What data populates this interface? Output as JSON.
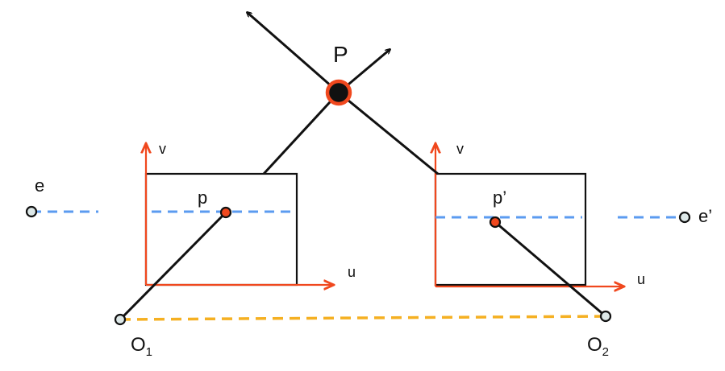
{
  "labels": {
    "P": "P",
    "p": "p",
    "p_prime": "p’",
    "e": "e",
    "e_prime": "e’",
    "O": "O",
    "sub1": "1",
    "sub2": "2",
    "u": "u",
    "v": "v"
  },
  "colors": {
    "background": "#ffffff",
    "ray": "#111111",
    "image_axes": "#f0481e",
    "epipolar_line": "#5b9bf0",
    "baseline": "#f5b022",
    "point_fill": "#f0481e",
    "P_fill": "#111111",
    "camera_center_fill": "#dde8e8"
  }
}
